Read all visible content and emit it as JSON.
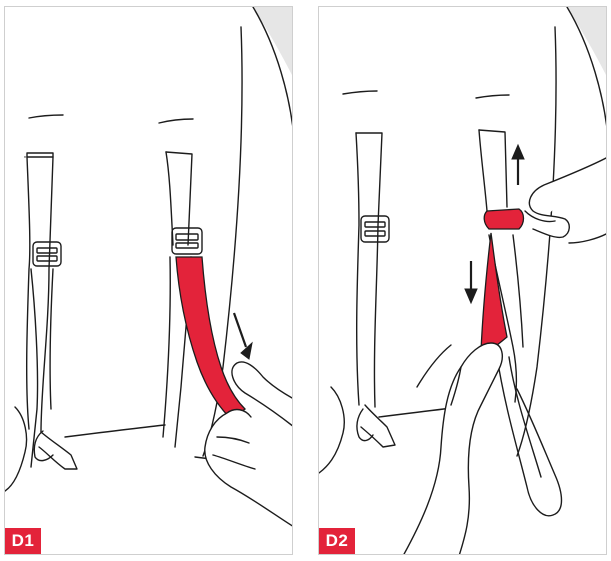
{
  "panels": [
    {
      "id": "D1",
      "label": "D1"
    },
    {
      "id": "D2",
      "label": "D2"
    }
  ],
  "colors": {
    "accent": "#e3233a",
    "outline": "#1c1c1c",
    "shadow_band": "#e6e6e6",
    "background": "#ffffff"
  },
  "icons": [
    "arrow-down-icon",
    "arrow-up-icon",
    "buckle-icon",
    "hand-icon"
  ]
}
